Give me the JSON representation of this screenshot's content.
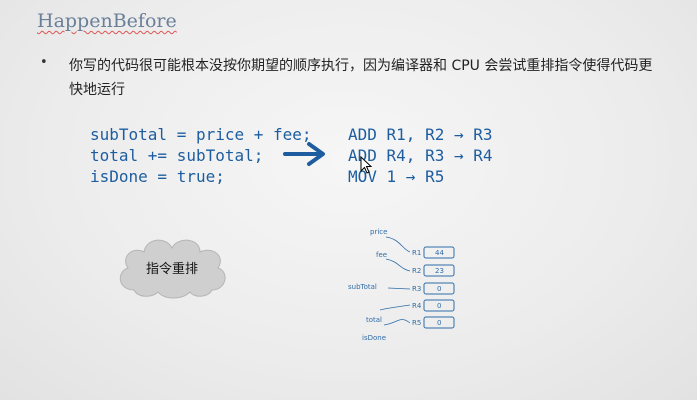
{
  "title": "HappenBefore",
  "bullet": {
    "marker": "•",
    "text": "你写的代码很可能根本没按你期望的顺序执行，因为编译器和 CPU 会尝试重排指令使得代码更快地运行"
  },
  "code_lines": [
    "subTotal = price + fee;",
    "total += subTotal;",
    "isDone = true;"
  ],
  "asm_lines": [
    "ADD R1, R2 → R3",
    "ADD R4, R3 → R4",
    "MOV 1 → R5"
  ],
  "cloud_label": "指令重排",
  "diagram": {
    "vars": [
      "price",
      "fee",
      "subTotal",
      "total",
      "isDone"
    ],
    "registers": [
      {
        "name": "R1",
        "value": "44"
      },
      {
        "name": "R2",
        "value": "23"
      },
      {
        "name": "R3",
        "value": "0"
      },
      {
        "name": "R4",
        "value": "0"
      },
      {
        "name": "R5",
        "value": "0"
      }
    ]
  },
  "colors": {
    "title": "#6a7f98",
    "code": "#1d5d9f",
    "underline": "#dd5555"
  },
  "icons": {
    "arrow": "right-arrow-icon",
    "cloud": "cloud-icon",
    "cursor": "mouse-pointer-icon"
  }
}
